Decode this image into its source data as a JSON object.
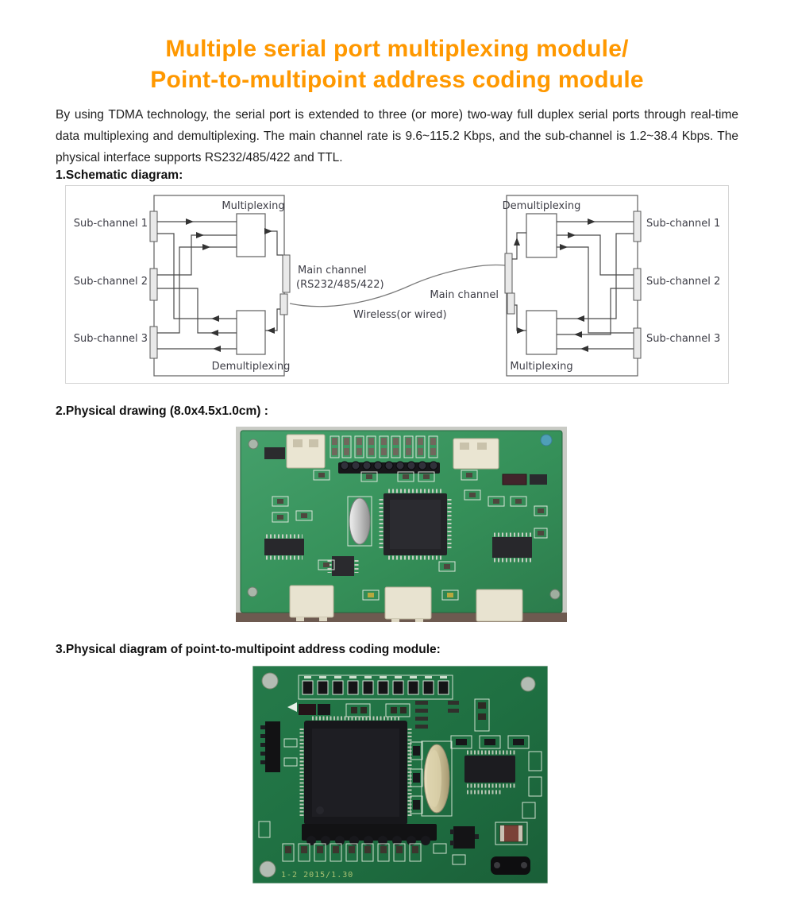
{
  "title": {
    "line1": "Multiple serial port multiplexing module/",
    "line2": "Point-to-multipoint address coding module"
  },
  "intro": {
    "text": "By using TDMA technology, the serial port is extended to three (or more) two-way full duplex serial ports through real-time data multiplexing and demultiplexing. The main channel rate is 9.6~115.2 Kbps, and the sub-channel is 1.2~38.4 Kbps. The physical interface supports RS232/485/422 and TTL."
  },
  "sections": {
    "schematic": {
      "heading": "1.Schematic diagram:"
    },
    "physical": {
      "heading": "2.Physical drawing (8.0x4.5x1.0cm) :"
    },
    "coding": {
      "heading": "3.Physical diagram of point-to-multipoint address coding module:"
    }
  },
  "schematic": {
    "left_module": {
      "top_block": "Multiplexing",
      "bottom_block": "Demultiplexing",
      "channels": [
        "Sub-channel 1",
        "Sub-channel 2",
        "Sub-channel 3"
      ],
      "main_channel_line1": "Main channel",
      "main_channel_line2": "(RS232/485/422)"
    },
    "right_module": {
      "top_block": "Demultiplexing",
      "bottom_block": "Multiplexing",
      "channels": [
        "Sub-channel 1",
        "Sub-channel 2",
        "Sub-channel 3"
      ],
      "main_channel_label": "Main channel"
    },
    "link_label": "Wireless(or wired)"
  },
  "photos": {
    "coding_module": {
      "silkscreen": "1-2 2015/1.30"
    }
  },
  "colors": {
    "title_orange": "#ff9800",
    "pcb_green_light": "#3c9460",
    "pcb_green_dark": "#1d6f41",
    "photo_background": "#c9cbc5"
  }
}
